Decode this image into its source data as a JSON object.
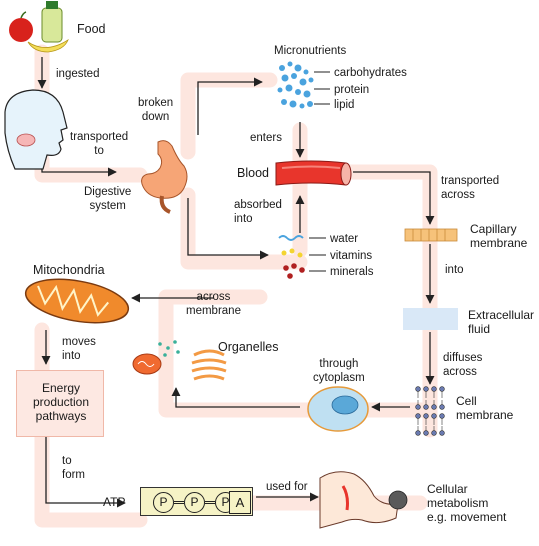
{
  "labels": {
    "food": "Food",
    "ingested": "ingested",
    "transported_to": "transported\nto",
    "broken_down": "broken\ndown",
    "digestive_system": "Digestive\nsystem",
    "micronutrients": "Micronutrients",
    "carbohydrates": "carbohydrates",
    "protein": "protein",
    "lipid": "lipid",
    "enters": "enters",
    "blood": "Blood",
    "absorbed_into": "absorbed\ninto",
    "water": "water",
    "vitamins": "vitamins",
    "minerals": "minerals",
    "transported_across": "transported\nacross",
    "capillary_membrane": "Capillary\nmembrane",
    "into": "into",
    "extracellular_fluid": "Extracellular\nfluid",
    "diffuses_across": "diffuses\nacross",
    "cell_membrane": "Cell\nmembrane",
    "through_cytoplasm": "through\ncytoplasm",
    "organelles": "Organelles",
    "across_membrane": "across\nmembrane",
    "mitochondria": "Mitochondria",
    "moves_into": "moves\ninto",
    "energy_pathways": "Energy\nproduction\npathways",
    "to_form": "to\nform",
    "atp": "ATP",
    "used_for": "used for",
    "cellular_metabolism": "Cellular\nmetabolism\ne.g. movement"
  },
  "atp_molecule": {
    "phosphates": [
      "P",
      "P",
      "P"
    ],
    "base": "A"
  },
  "colors": {
    "flow_band": "#fde6df",
    "arrow": "#222222",
    "blood": "#e8352c",
    "micronutrient_dots": "#4aa3de",
    "mitochondria": "#f08a2c",
    "organelles": "#f06a30",
    "capillary_membrane": "#f6c27a",
    "extracellular_fluid": "#d9e8f7",
    "cell": "#bfe0f2"
  },
  "icons": [
    "food-icon",
    "head-icon",
    "stomach-icon",
    "micronutrient-dots-icon",
    "blood-vessel-icon",
    "water-vitamins-minerals-icon",
    "capillary-membrane-icon",
    "extracellular-fluid-icon",
    "cell-membrane-icon",
    "cell-icon",
    "organelles-icon",
    "mitochondria-icon",
    "arm-icon"
  ]
}
